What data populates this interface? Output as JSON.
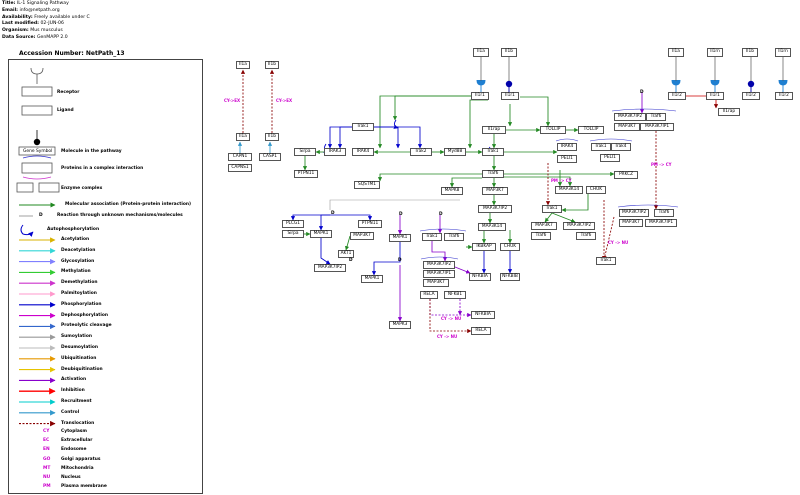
{
  "meta": {
    "title_label": "Title:",
    "title": "IL-1 Signaling Pathway",
    "email_label": "Email:",
    "email": "info@netpath.org",
    "availability_label": "Availability:",
    "availability": "Freely available under C",
    "modified_label": "Last modified:",
    "modified": "02-JUN-06",
    "organism_label": "Organism:",
    "organism": "Mus musculus",
    "source_label": "Data Source:",
    "source": "GenMAPP 2.0"
  },
  "accession": "Accession Number: NetPath_13",
  "legend": {
    "receptor": "Receptor",
    "ligand": "Ligand",
    "gene_symbol": "Gene Symbol",
    "molecule": "Molecule in the pathway",
    "complex": "Proteins in a complex interaction",
    "enzyme": "Enzyme complex",
    "molecular_assoc": "Molecular association",
    "ppi": "(Protein-protein interaction)",
    "d_marker": "D",
    "unknown": "Reaction through unknown mechanisms/molecules",
    "autophos": "Autophosphorylation",
    "edges": [
      {
        "label": "Acetylation",
        "color": "#d9b300"
      },
      {
        "label": "Deacetylation",
        "color": "#33d6d6"
      },
      {
        "label": "Glycosylation",
        "color": "#8080ff"
      },
      {
        "label": "Methylation",
        "color": "#33cc33"
      },
      {
        "label": "Demethylation",
        "color": "#cc33cc"
      },
      {
        "label": "Palmitoylation",
        "color": "#ff99cc"
      },
      {
        "label": "Phosphorylation",
        "color": "#0000cc"
      },
      {
        "label": "Dephosphorylation",
        "color": "#cc00cc"
      },
      {
        "label": "Proteolytic cleavage",
        "color": "#3366cc"
      },
      {
        "label": "Sumoylation",
        "color": "#999999"
      },
      {
        "label": "Desumoylation",
        "color": "#bbbbbb"
      },
      {
        "label": "Ubiquitination",
        "color": "#e69900"
      },
      {
        "label": "Deubiquitination",
        "color": "#e6c300"
      },
      {
        "label": "Activation",
        "color": "#8800cc"
      },
      {
        "label": "Inhibition",
        "color": "#ff0000"
      },
      {
        "label": "Recruitment",
        "color": "#00cccc"
      },
      {
        "label": "Control",
        "color": "#3399cc"
      },
      {
        "label": "Translocation",
        "color": "#880000"
      }
    ],
    "locations": [
      {
        "code": "CY",
        "name": "Cytoplasm"
      },
      {
        "code": "EC",
        "name": "Extracellular"
      },
      {
        "code": "EN",
        "name": "Endosome"
      },
      {
        "code": "GO",
        "name": "Golgi apparatus"
      },
      {
        "code": "MT",
        "name": "Mitochondria"
      },
      {
        "code": "NU",
        "name": "Nucleus"
      },
      {
        "code": "PM",
        "name": "Plasma membrane"
      }
    ]
  },
  "diagram": {
    "colors": {
      "assoc": "#228822",
      "phos": "#0000cc",
      "activ": "#8800cc",
      "transloc": "#880000",
      "control": "#3399cc",
      "inhib": "#cc0000"
    },
    "nodes": [
      {
        "id": "il1a_top",
        "label": "Il1a"
      },
      {
        "id": "il1b_top",
        "label": "Il1b"
      },
      {
        "id": "il1a_low",
        "label": "Il1a"
      },
      {
        "id": "il1b_low",
        "label": "Il1b"
      },
      {
        "id": "capn1",
        "label": "CAPN1"
      },
      {
        "id": "capns1",
        "label": "CAPNS1"
      },
      {
        "id": "casp1",
        "label": "CASP1"
      },
      {
        "id": "il1a_r1",
        "label": "Il1a"
      },
      {
        "id": "il1b_r1",
        "label": "Il1b"
      },
      {
        "id": "il1r1_a",
        "label": "Il1r1"
      },
      {
        "id": "il1r1_b",
        "label": "Il1r1"
      },
      {
        "id": "il1a_r2",
        "label": "Il1a"
      },
      {
        "id": "il1rn_a",
        "label": "Il1rn"
      },
      {
        "id": "il1b_r2",
        "label": "Il1b"
      },
      {
        "id": "il1rn_b",
        "label": "Il1rn"
      },
      {
        "id": "il1r2_a",
        "label": "Il1r2"
      },
      {
        "id": "il1r1_c",
        "label": "Il1r1"
      },
      {
        "id": "il1r2_b",
        "label": "Il1r2"
      },
      {
        "id": "il1r2_c",
        "label": "Il1r2"
      },
      {
        "id": "il1rap_r",
        "label": "Il1rap"
      },
      {
        "id": "il1rap",
        "label": "Il1rap"
      },
      {
        "id": "tollip_a",
        "label": "TOLLIP"
      },
      {
        "id": "tollip_b",
        "label": "TOLLIP"
      },
      {
        "id": "irak1_a",
        "label": "Irak1"
      },
      {
        "id": "sirpa",
        "label": "Sirpa"
      },
      {
        "id": "irak3",
        "label": "IRAK3"
      },
      {
        "id": "irak4",
        "label": "IRAK4"
      },
      {
        "id": "irak2",
        "label": "Irak2"
      },
      {
        "id": "myd88",
        "label": "Myd88"
      },
      {
        "id": "irak1_b",
        "label": "Irak1"
      },
      {
        "id": "irak4_b",
        "label": "IRAK4"
      },
      {
        "id": "peli1",
        "label": "PELI1"
      },
      {
        "id": "irak1_c",
        "label": "Irak1"
      },
      {
        "id": "irak4_c",
        "label": "Irak4"
      },
      {
        "id": "peli1_b",
        "label": "PELI1"
      },
      {
        "id": "map3k7ip2_tr",
        "label": "MAP3K7IP2"
      },
      {
        "id": "traf6_tr",
        "label": "Traf6"
      },
      {
        "id": "map3k7_tr",
        "label": "MAP3K7"
      },
      {
        "id": "map3k7ip1_tr",
        "label": "MAP3K7IP1"
      },
      {
        "id": "ptpn11_a",
        "label": "PTPN11"
      },
      {
        "id": "traf6",
        "label": "Traf6"
      },
      {
        "id": "prkcz",
        "label": "PRKCZ"
      },
      {
        "id": "sqstm1",
        "label": "SQSTM1"
      },
      {
        "id": "mapk8",
        "label": "MAPK8"
      },
      {
        "id": "map3k7_a",
        "label": "MAP3K7"
      },
      {
        "id": "map3k14_a",
        "label": "MAP3K14"
      },
      {
        "id": "chuk_a",
        "label": "CHUK"
      },
      {
        "id": "map3k7ip2_a",
        "label": "MAP3K7IP2"
      },
      {
        "id": "irak1_d",
        "label": "Irak1"
      },
      {
        "id": "map3k14_b",
        "label": "MAP3K14"
      },
      {
        "id": "map3k7_b",
        "label": "MAP3K7"
      },
      {
        "id": "map3k7ip2_b",
        "label": "MAP3K7IP2"
      },
      {
        "id": "traf6_b",
        "label": "Traf6"
      },
      {
        "id": "traf6_c",
        "label": "Traf6"
      },
      {
        "id": "map3k7ip2_r",
        "label": "MAP3K7IP2"
      },
      {
        "id": "traf6_r",
        "label": "Traf6"
      },
      {
        "id": "map3k7_r",
        "label": "MAP3K7"
      },
      {
        "id": "map3k7ip1_r",
        "label": "MAP3K7IP1"
      },
      {
        "id": "irak1_e",
        "label": "Irak1"
      },
      {
        "id": "plcg1",
        "label": "PLCG1"
      },
      {
        "id": "sirpa_b",
        "label": "Sirpa"
      },
      {
        "id": "mapk1_a",
        "label": "MAPK1"
      },
      {
        "id": "ptpn11_b",
        "label": "PTPN11"
      },
      {
        "id": "map3k7_c",
        "label": "MAP3K7"
      },
      {
        "id": "akt1",
        "label": "AKT1"
      },
      {
        "id": "map3k7ip2_c",
        "label": "MAP3K7IP2"
      },
      {
        "id": "mapk1_b",
        "label": "MAPK1"
      },
      {
        "id": "mapk1_c",
        "label": "MAPK1"
      },
      {
        "id": "irak1_f",
        "label": "Irak1"
      },
      {
        "id": "traf6_d",
        "label": "Traf6"
      },
      {
        "id": "ikbkap",
        "label": "IKBKAP"
      },
      {
        "id": "chuk_b",
        "label": "CHUK"
      },
      {
        "id": "map3k7ip2_d",
        "label": "MAP3K7IP2"
      },
      {
        "id": "map3k7ip1_d",
        "label": "MAP3K7IP1"
      },
      {
        "id": "map3k7_d",
        "label": "MAP3K7"
      },
      {
        "id": "nfkbia_a",
        "label": "NFKBIA"
      },
      {
        "id": "nfkbib",
        "label": "NFKBIB"
      },
      {
        "id": "rela_a",
        "label": "RELA"
      },
      {
        "id": "nfkb1",
        "label": "NFKB1"
      },
      {
        "id": "nfkbia_b",
        "label": "NFKBIA"
      },
      {
        "id": "rela_b",
        "label": "RELA"
      },
      {
        "id": "mapk3",
        "label": "MAPK3"
      }
    ],
    "loc_labels": [
      {
        "id": "cyec1",
        "label": "CY->EX"
      },
      {
        "id": "cyec2",
        "label": "CY->EX"
      },
      {
        "id": "pmcy1",
        "label": "PM -> CY"
      },
      {
        "id": "pmcy2",
        "label": "PM -> CY"
      },
      {
        "id": "cynu1",
        "label": "CY -> NU"
      },
      {
        "id": "cynu2",
        "label": "CY -> NU"
      },
      {
        "id": "cynu3",
        "label": "CY -> NU"
      }
    ],
    "d_label": "D"
  }
}
